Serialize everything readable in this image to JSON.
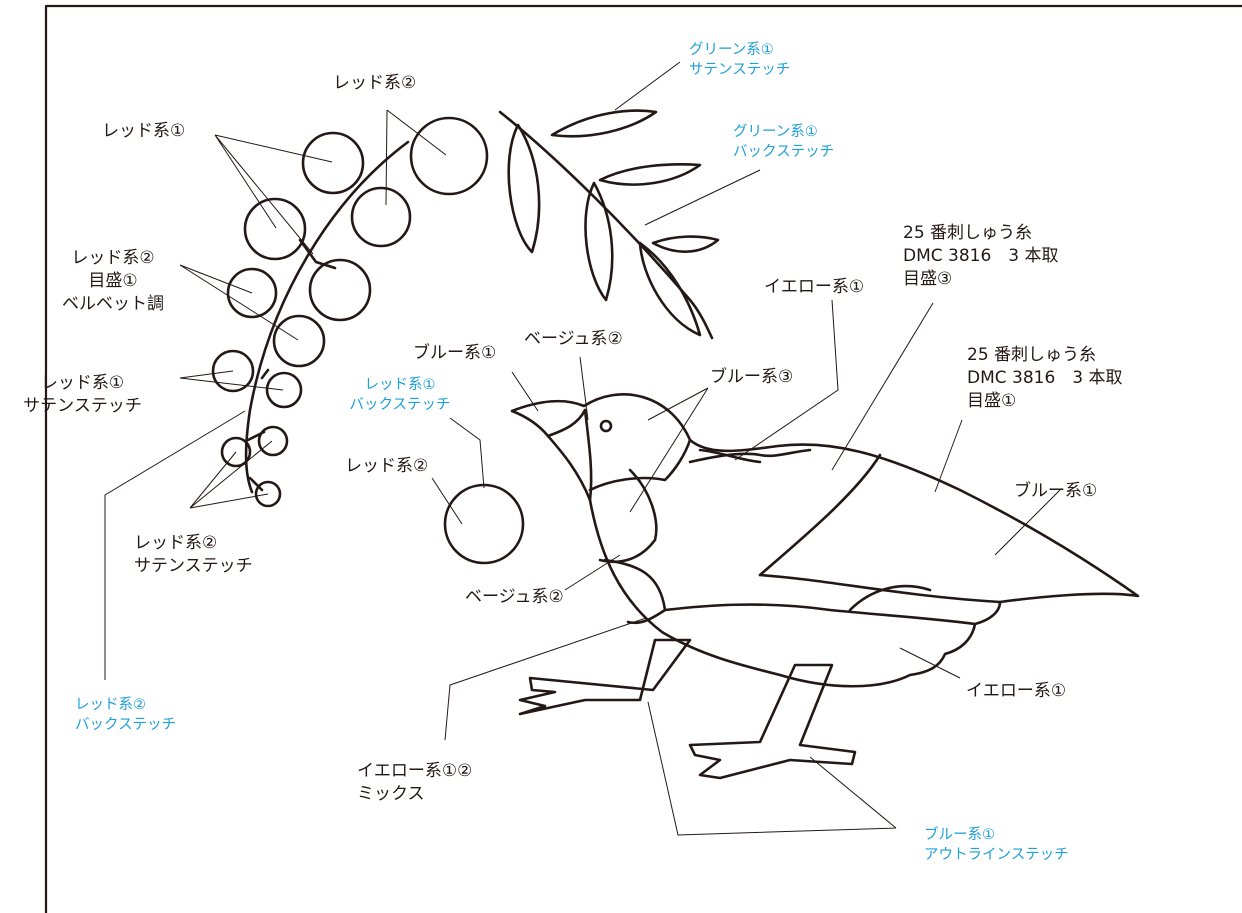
{
  "colors": {
    "line": "#231815",
    "black_text": "#231815",
    "blue_text": "#1ea0d8",
    "background": "#ffffff"
  },
  "labels": {
    "red2_top": "レッド系②",
    "red1_top": "レッド系①",
    "red2_velvet": {
      "l1": "レッド系②",
      "l2": "目盛①",
      "l3": "ベルベット調"
    },
    "red1_satin": {
      "l1": "レッド系①",
      "l2": "サテンステッチ"
    },
    "red2_satin": {
      "l1": "レッド系②",
      "l2": "サテンステッチ"
    },
    "red2_back": {
      "l1": "レッド系②",
      "l2": "バックステッチ"
    },
    "green1_satin": {
      "l1": "グリーン系①",
      "l2": "サテンステッチ"
    },
    "green1_back": {
      "l1": "グリーン系①",
      "l2": "バックステッチ"
    },
    "thread_top": {
      "l1": "25 番刺しゅう糸",
      "l2": "DMC 3816　3 本取",
      "l3": "目盛③"
    },
    "yellow1_top": "イエロー系①",
    "beige2_top": "ベージュ系②",
    "blue1_top": "ブルー系①",
    "red1_back": {
      "l1": "レッド系①",
      "l2": "バックステッチ"
    },
    "blue3": "ブルー系③",
    "thread_right": {
      "l1": "25 番刺しゅう糸",
      "l2": "DMC 3816　3 本取",
      "l3": "目盛①"
    },
    "blue1_right": "ブルー系①",
    "red2_mid": "レッド系②",
    "beige2_bottom": "ベージュ系②",
    "yellow1_right": "イエロー系①",
    "yellow_mix": {
      "l1": "イエロー系①②",
      "l2": "ミックス"
    },
    "blue1_outline": {
      "l1": "ブルー系①",
      "l2": "アウトラインステッチ"
    }
  }
}
